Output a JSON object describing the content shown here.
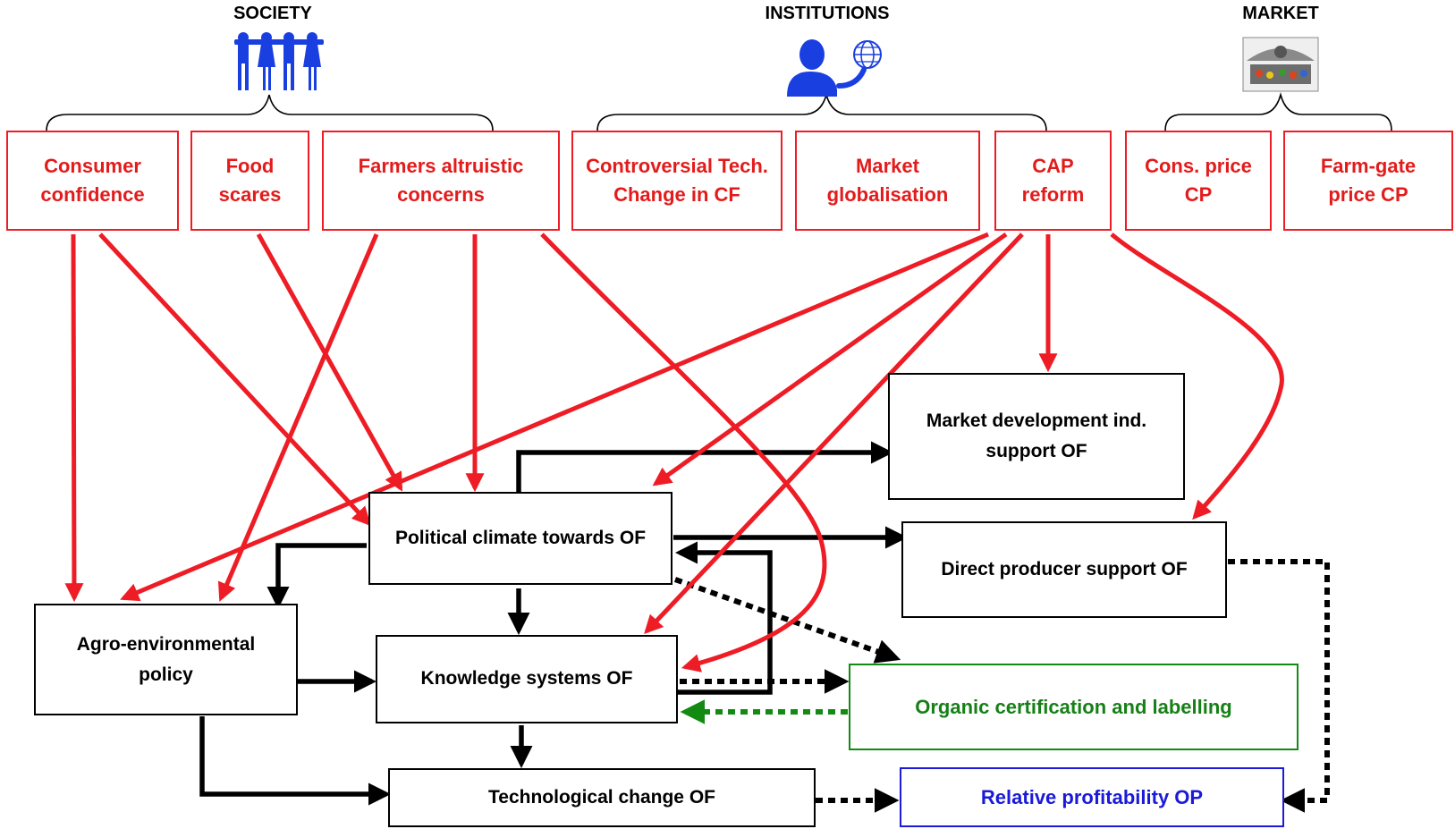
{
  "groups": {
    "society": "SOCIETY",
    "institutions": "INSTITUTIONS",
    "market": "MARKET"
  },
  "icons": [
    "people-group-icon",
    "person-with-globe-icon",
    "market-vendor-icon"
  ],
  "colors": {
    "drivers": "#ee1c25",
    "core": "#000000",
    "certification": "#138a12",
    "profitability": "#1a1ad8",
    "icon_blue": "#1a3fe0"
  },
  "drivers": {
    "consumer_confidence": [
      "Consumer",
      "confidence"
    ],
    "food_scares": [
      "Food",
      "scares"
    ],
    "farmers_altruistic": [
      "Farmers altruistic",
      "concerns"
    ],
    "controversial_tech": [
      "Controversial Tech.",
      "Change in CF"
    ],
    "market_globalisation": [
      "Market",
      "globalisation"
    ],
    "cap_reform": [
      "CAP",
      "reform"
    ],
    "cons_price": [
      "Cons. price",
      "CP"
    ],
    "farm_gate_price": [
      "Farm-gate",
      "price CP"
    ]
  },
  "nodes": {
    "market_development": [
      "Market development ind.",
      "support OF"
    ],
    "political_climate": [
      "Political climate towards OF"
    ],
    "direct_producer": [
      "Direct producer support OF"
    ],
    "agro_environmental": [
      "Agro-environmental",
      "policy"
    ],
    "knowledge_systems": [
      "Knowledge systems OF"
    ],
    "organic_certification": [
      "Organic certification and labelling"
    ],
    "technological_change": [
      "Technological change OF"
    ],
    "relative_profitability": [
      "Relative profitability OP"
    ]
  }
}
